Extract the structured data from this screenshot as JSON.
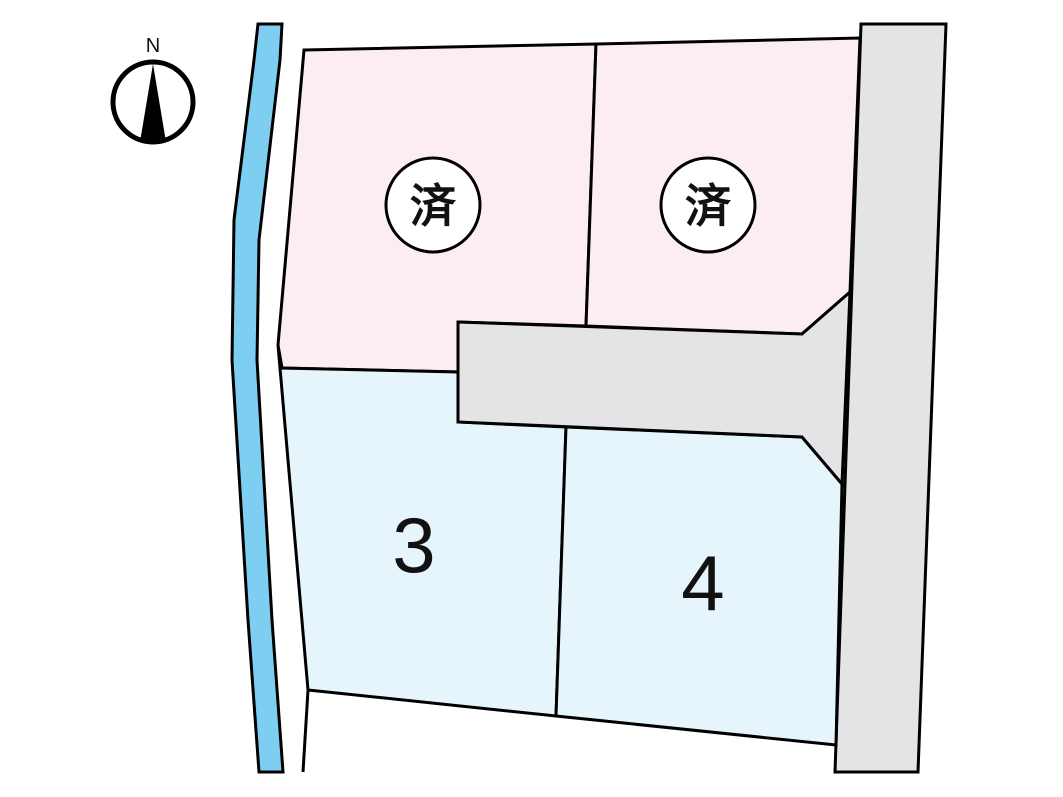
{
  "compass": {
    "label": "N",
    "icon": "north-arrow-icon"
  },
  "lots": [
    {
      "id": "lot-1",
      "label": "済",
      "status": "sold",
      "color": "#fcedf2"
    },
    {
      "id": "lot-2",
      "label": "済",
      "status": "sold",
      "color": "#fcedf2"
    },
    {
      "id": "lot-3",
      "label": "3",
      "status": "available",
      "color": "#e6f4fc"
    },
    {
      "id": "lot-4",
      "label": "4",
      "status": "available",
      "color": "#e6f4fc"
    }
  ],
  "colors": {
    "road": "#e4e4e6",
    "river": "#7ecef2",
    "outline": "#000000"
  }
}
